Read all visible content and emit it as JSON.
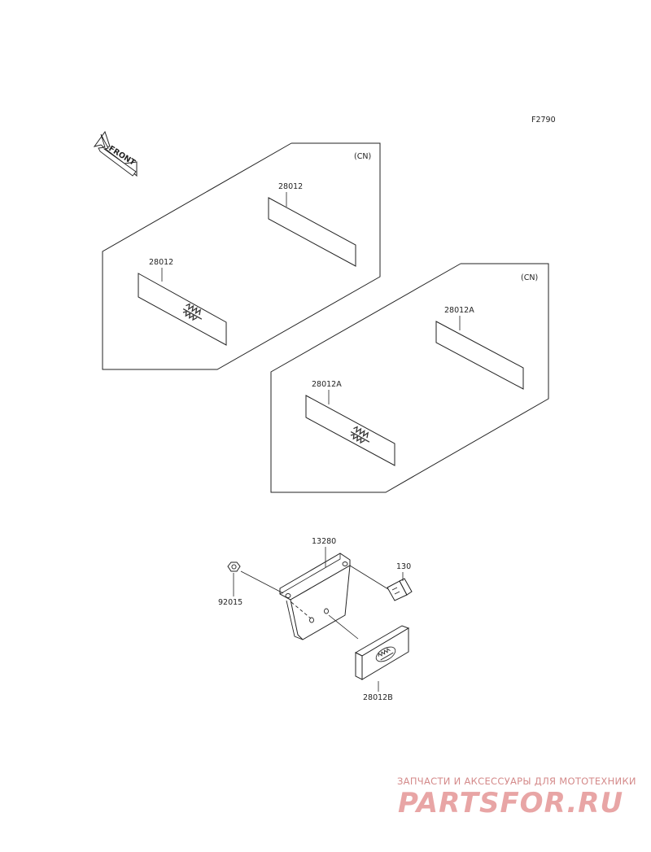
{
  "diagram": {
    "figure_code": "F2790",
    "front_label": "FRONT",
    "region_label_1": "(CN)",
    "region_label_2": "(CN)",
    "parts": {
      "p28012_top": "28012",
      "p28012_bottom": "28012",
      "p28012A_top": "28012A",
      "p28012A_bottom": "28012A",
      "p13280": "13280",
      "p130": "130",
      "p92015": "92015",
      "p28012B": "28012B"
    }
  },
  "watermark": {
    "line1": "ЗАПЧАСТИ И АКСЕССУАРЫ ДЛЯ МОТОТЕХНИКИ",
    "line2": "PARTSFOR.RU"
  }
}
